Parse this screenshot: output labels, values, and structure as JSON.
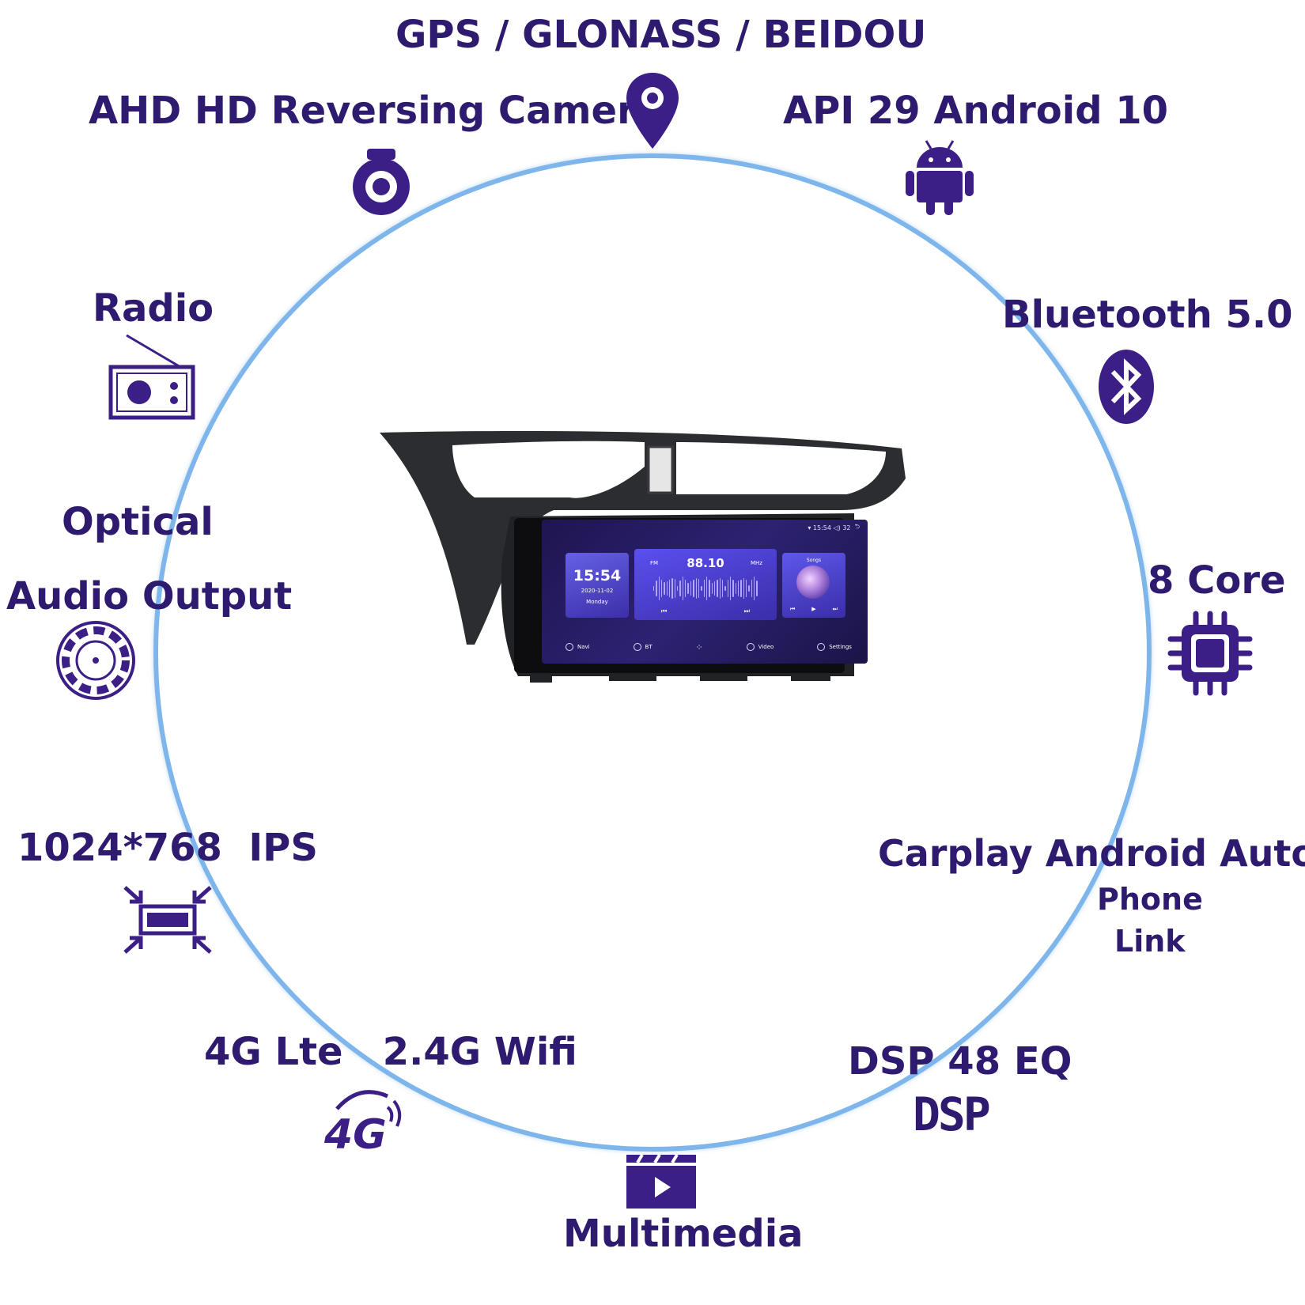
{
  "features": {
    "gps": "GPS / GLONASS / BEIDOU",
    "camera": "AHD HD Reversing Camera",
    "android": "API 29 Android 10",
    "radio": "Radio",
    "bluetooth": "Bluetooth 5.0",
    "optical_line1": "Optical",
    "optical_line2": "Audio Output",
    "core": "8 Core",
    "resolution": "1024*768  IPS",
    "carplay_line1": "Carplay Android Auto",
    "carplay_line2": "Phone",
    "carplay_line3": "Link",
    "network": "4G Lte   2.4G Wifi",
    "dsp": "DSP 48 EQ",
    "multimedia": "Multimedia",
    "dsp_logo": "DSP",
    "lte_logo": "4G"
  },
  "screen": {
    "status_time": "15:54",
    "status_vol": "32",
    "clock": "15:54",
    "date": "2020-11-02",
    "day": "Monday",
    "band": "FM",
    "frequency": "88.10",
    "unit": "MHz",
    "songs": "Songs",
    "dock": [
      "Navi",
      "BT",
      "Video",
      "Settings"
    ]
  },
  "colors": {
    "text": "#2e1a6e",
    "ring": "#7eb6ec",
    "icon": "#3b1f86"
  },
  "icons": [
    "location-pin-icon",
    "dashcam-icon",
    "android-robot-icon",
    "radio-icon",
    "bluetooth-icon",
    "optical-disc-icon",
    "cpu-chip-icon",
    "screen-resize-icon",
    "lte-4g-icon",
    "dsp-logo-icon",
    "video-player-icon"
  ]
}
